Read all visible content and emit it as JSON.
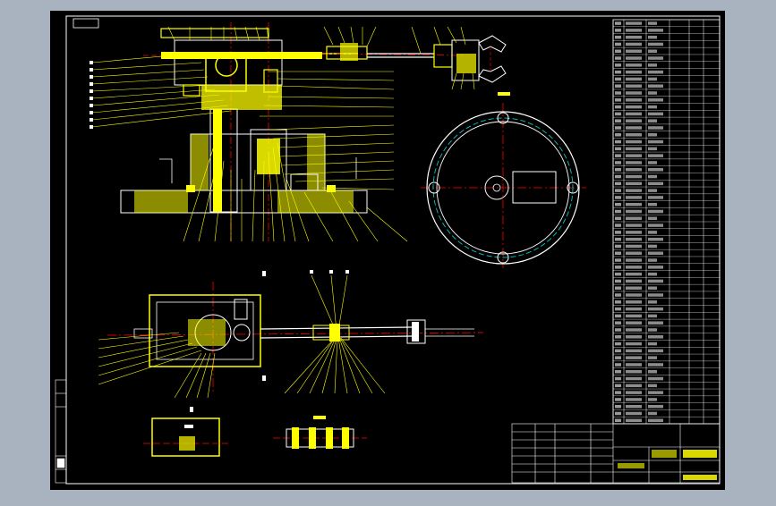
{
  "drawing": {
    "corner_label": "",
    "colors": {
      "paper": "#000000",
      "frame": "#ffffff",
      "part": "#ffff00",
      "centerline": "#ff0000",
      "outline": "#ffffff",
      "aux": "#00c8c8",
      "viewport": "#a9b3c0"
    }
  },
  "views": {
    "front_view": {
      "name": "front-elevation-view"
    },
    "top_view": {
      "name": "circular-base-plan-view"
    },
    "plan_view": {
      "name": "arm-plan-view"
    },
    "detail_view": {
      "name": "gripper-detail-view"
    },
    "box_view": {
      "name": "small-box-view"
    }
  },
  "parts_list": {
    "rows": 58
  },
  "title_block": {
    "name": "title-block"
  }
}
